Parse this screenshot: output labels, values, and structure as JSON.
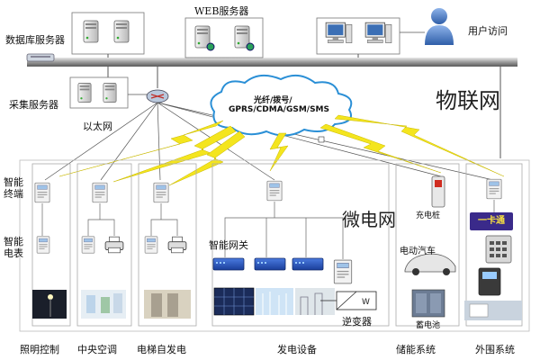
{
  "title": "物联网",
  "labels": {
    "db_server": "数据库服务器",
    "web_server": "WEB服务器",
    "user_access": "用户访问",
    "collect_server": "采集服务器",
    "ethernet": "以太网",
    "cloud_line1": "光纤/拨号/",
    "cloud_line2": "GPRS/CDMA/GSM/SMS",
    "microgrid": "微电网",
    "smart_terminal": "智能\n终端",
    "smart_meter": "智能\n电表",
    "smart_gateway": "智能网关",
    "charging_pile": "充电桩",
    "electric_car": "电动汽车",
    "inverter": "逆变器",
    "battery": "蓄电池",
    "card_text": "一卡通"
  },
  "categories": [
    "照明控制",
    "中央空调",
    "电梯自发电",
    "发电设备",
    "储能系统",
    "外围系统"
  ],
  "icons": [
    "database-server-icon",
    "web-server-icon",
    "workstation-icon",
    "user-icon",
    "network-switch-icon",
    "router-icon",
    "cloud-icon",
    "lightning-link-icon",
    "meter-icon",
    "printer-icon",
    "solar-panel-icon",
    "gateway-icon",
    "charging-pile-icon",
    "car-icon",
    "battery-icon",
    "keypad-icon",
    "inverter-icon"
  ]
}
